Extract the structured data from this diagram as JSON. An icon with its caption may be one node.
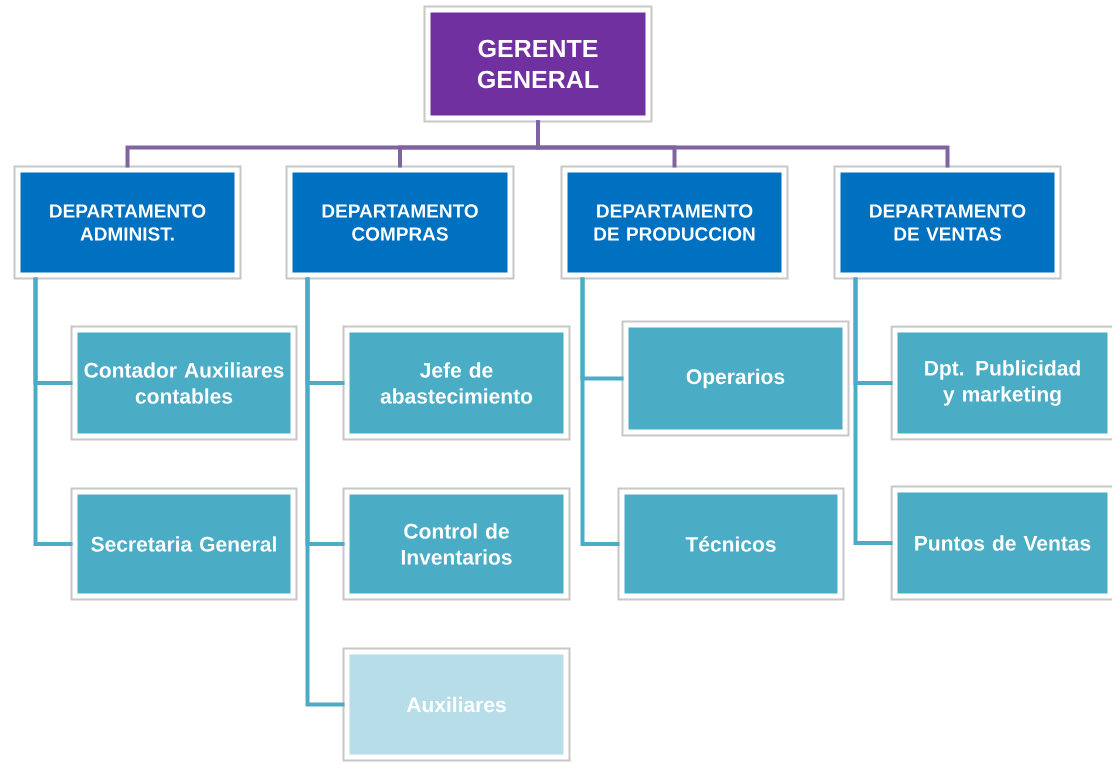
{
  "diagram": {
    "nodes": [
      {
        "text": [
          "GERENTE GENERAL"
        ]
      },
      {
        "text": [
          "DEPARTAMENTO ADMINIST."
        ]
      },
      {
        "text": [
          "DEPARTAMENTO COMPRAS"
        ]
      },
      {
        "text": [
          "DEPARTAMENTO DE PRODUCCION"
        ]
      },
      {
        "text": [
          "DEPARTAMENTO DE VENTAS"
        ]
      },
      {
        "text": [
          "Contador Auxiliares contables"
        ]
      },
      {
        "text": [
          "Secretaria General"
        ]
      },
      {
        "text": [
          "Jefe de abastecimiento"
        ]
      },
      {
        "text": [
          "Control de Inventarios"
        ]
      },
      {
        "text": [
          "Auxiliares"
        ]
      },
      {
        "text": [
          "Operarios"
        ]
      },
      {
        "text": [
          "Técnicos"
        ]
      },
      {
        "text": [
          "Dpt. Publicidad y marketing"
        ]
      },
      {
        "text": [
          "Puntos de Ventas"
        ]
      }
    ],
    "edges": [
      {
        "from": 0,
        "to": 1,
        "arrow": "none",
        "color": "#8064a2"
      },
      {
        "from": 0,
        "to": 2,
        "arrow": "none",
        "color": "#8064a2"
      },
      {
        "from": 0,
        "to": 3,
        "arrow": "none",
        "color": "#8064a2"
      },
      {
        "from": 0,
        "to": 4,
        "arrow": "none",
        "color": "#8064a2"
      },
      {
        "from": 1,
        "to": 5,
        "arrow": "none"
      },
      {
        "from": 1,
        "to": 6,
        "arrow": "none"
      },
      {
        "from": 2,
        "to": 7,
        "arrow": "none"
      },
      {
        "from": 2,
        "to": 8,
        "arrow": "none"
      },
      {
        "from": 2,
        "to": 9,
        "arrow": "none"
      },
      {
        "from": 3,
        "to": 10,
        "arrow": "none"
      },
      {
        "from": 3,
        "to": 11,
        "arrow": "none"
      },
      {
        "from": 4,
        "to": 12,
        "arrow": "none"
      },
      {
        "from": 4,
        "to": 13,
        "arrow": "none"
      }
    ]
  }
}
